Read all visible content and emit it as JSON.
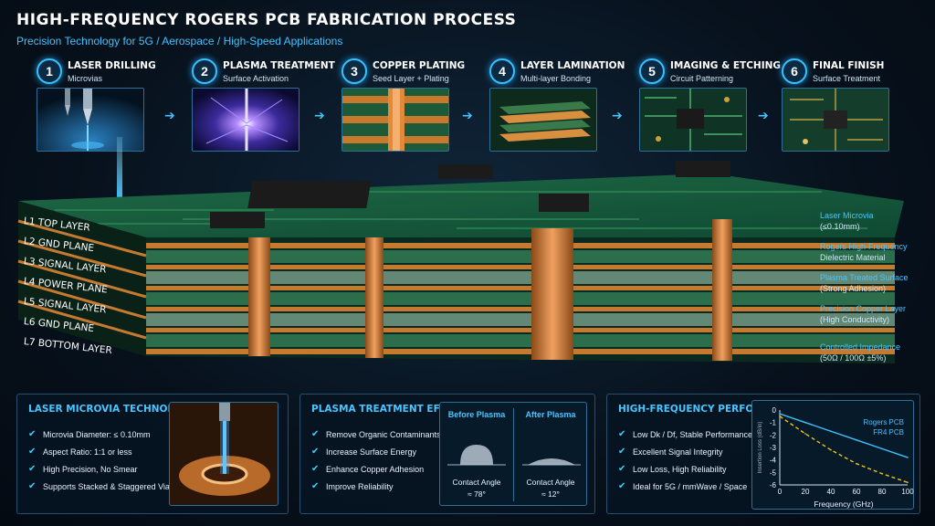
{
  "header": {
    "title": "HIGH-FREQUENCY ROGERS PCB FABRICATION PROCESS",
    "subtitle": "Precision Technology for 5G / Aerospace / High-Speed Applications"
  },
  "steps": [
    {
      "num": "1",
      "label": "LASER DRILLING",
      "sub": "Microvias"
    },
    {
      "num": "2",
      "label": "PLASMA TREATMENT",
      "sub": "Surface Activation"
    },
    {
      "num": "3",
      "label": "COPPER PLATING",
      "sub": "Seed Layer + Plating"
    },
    {
      "num": "4",
      "label": "LAYER LAMINATION",
      "sub": "Multi-layer Bonding"
    },
    {
      "num": "5",
      "label": "IMAGING & ETCHING",
      "sub": "Circuit Patterning"
    },
    {
      "num": "6",
      "label": "FINAL FINISH",
      "sub": "Surface Treatment"
    }
  ],
  "arrow_glyph": "➔",
  "layers": [
    "L1 TOP LAYER",
    "L2 GND PLANE",
    "L3 SIGNAL LAYER",
    "L4 POWER PLANE",
    "L5 SIGNAL LAYER",
    "L6 GND PLANE",
    "L7 BOTTOM LAYER"
  ],
  "right_notes": [
    {
      "hl": "Laser Microvia",
      "sub": "(≤0.10mm)"
    },
    {
      "hl": "Rogers High-Frequency",
      "sub": "Dielectric Material"
    },
    {
      "hl": "Plasma Treated Surface",
      "sub": "(Strong Adhesion)"
    },
    {
      "hl": "Precision Copper Layer",
      "sub": "(High Conductivity)"
    },
    {
      "hl": "Controlled Impedance",
      "sub": "(50Ω / 100Ω ±5%)"
    }
  ],
  "panel_laser": {
    "title": "LASER MICROVIA TECHNOLOGY",
    "bullets": [
      "Microvia Diameter: ≤ 0.10mm",
      "Aspect Ratio: 1:1 or less",
      "High Precision, No Smear",
      "Supports Stacked & Staggered Vias"
    ]
  },
  "panel_plasma": {
    "title": "PLASMA TREATMENT EFFECT",
    "bullets": [
      "Remove Organic Contaminants",
      "Increase Surface Energy",
      "Enhance Copper Adhesion",
      "Improve Reliability"
    ],
    "before": {
      "head": "Before Plasma",
      "caption": "Contact Angle",
      "value": "≈ 78°"
    },
    "after": {
      "head": "After Plasma",
      "caption": "Contact Angle",
      "value": "≈ 12°"
    }
  },
  "panel_perf": {
    "title": "HIGH-FREQUENCY PERFORMANCE",
    "bullets": [
      "Low Dk / Df, Stable Performance",
      "Excellent Signal Integrity",
      "Low Loss, High Reliability",
      "Ideal for 5G / mmWave / Space"
    ]
  },
  "check_glyph": "✔",
  "chart_data": {
    "type": "line",
    "xlabel": "Frequency (GHz)",
    "ylabel": "Insertion Loss (dB/in)",
    "xlim": [
      0,
      100
    ],
    "ylim": [
      -6,
      0
    ],
    "xticks": [
      0,
      20,
      40,
      60,
      80,
      100
    ],
    "yticks": [
      0,
      -1,
      -2,
      -3,
      -4,
      -5,
      -6
    ],
    "series": [
      {
        "name": "Rogers PCB",
        "x": [
          0,
          20,
          40,
          60,
          80,
          100
        ],
        "y": [
          -0.3,
          -1.0,
          -1.7,
          -2.4,
          -3.1,
          -3.8
        ],
        "color": "#3fc3ff",
        "style": "solid"
      },
      {
        "name": "FR4 PCB",
        "x": [
          0,
          20,
          40,
          60,
          80,
          100
        ],
        "y": [
          -0.5,
          -1.9,
          -3.2,
          -4.3,
          -5.1,
          -5.8
        ],
        "color": "#f0c419",
        "style": "dashed"
      }
    ],
    "legend_placement": "right"
  }
}
